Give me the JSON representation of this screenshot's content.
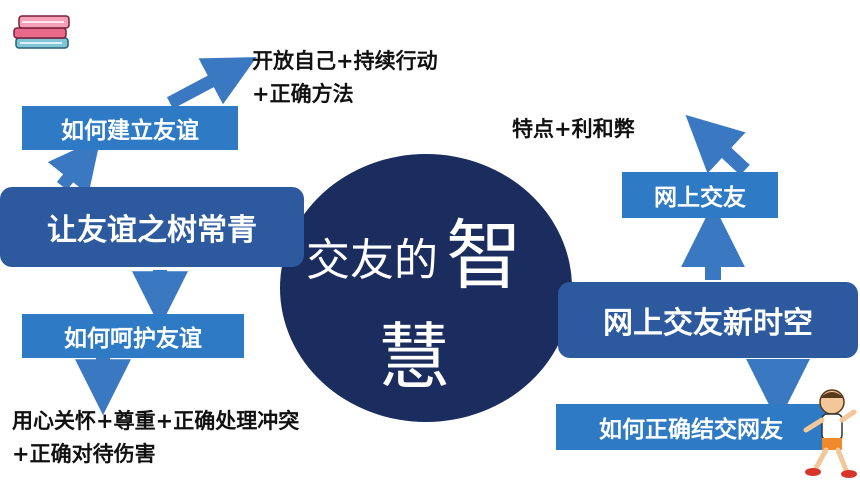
{
  "center": {
    "line1": "交友的",
    "big_char": "智",
    "line2": "慧"
  },
  "left": {
    "main": "让友谊之树常青",
    "build": "如何建立友谊",
    "build_note_line1": "开放自己+持续行动",
    "build_note_line2": "+正确方法",
    "protect": "如何呵护友谊",
    "protect_note_line1": "用心关怀+尊重+正确处理冲突",
    "protect_note_line2": "+正确对待伤害"
  },
  "right": {
    "main": "网上交友新时空",
    "online": "网上交友",
    "online_note": "特点+利和弊",
    "friends": "如何正确结交网友"
  },
  "colors": {
    "circle": "#1b2d5e",
    "big_box": "#2d5a9e",
    "small_box": "#2e7ac4",
    "arrow": "#3a79c2"
  },
  "icons": [
    "books-icon",
    "running-kid-icon"
  ]
}
